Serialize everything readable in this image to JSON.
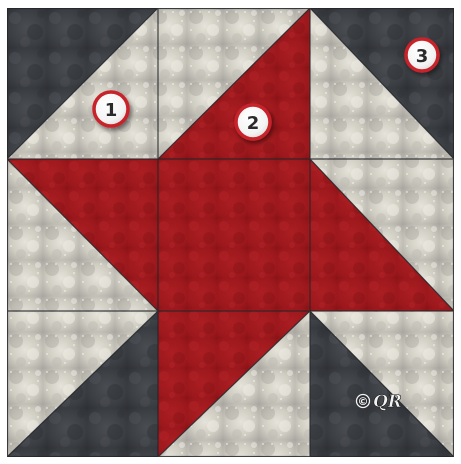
{
  "block": {
    "grid": "3x3",
    "colors": {
      "dark_background": "#3a3d42",
      "light_background": "#c9c6bc",
      "star_red": "#a3191d",
      "seam": "#25272a",
      "callout_ring": "#c8232a",
      "callout_fill": "#ffffff"
    }
  },
  "callouts": [
    {
      "label": "1"
    },
    {
      "label": "2"
    },
    {
      "label": "3"
    }
  ],
  "copyright": {
    "symbol": "©",
    "initials": "QR"
  }
}
